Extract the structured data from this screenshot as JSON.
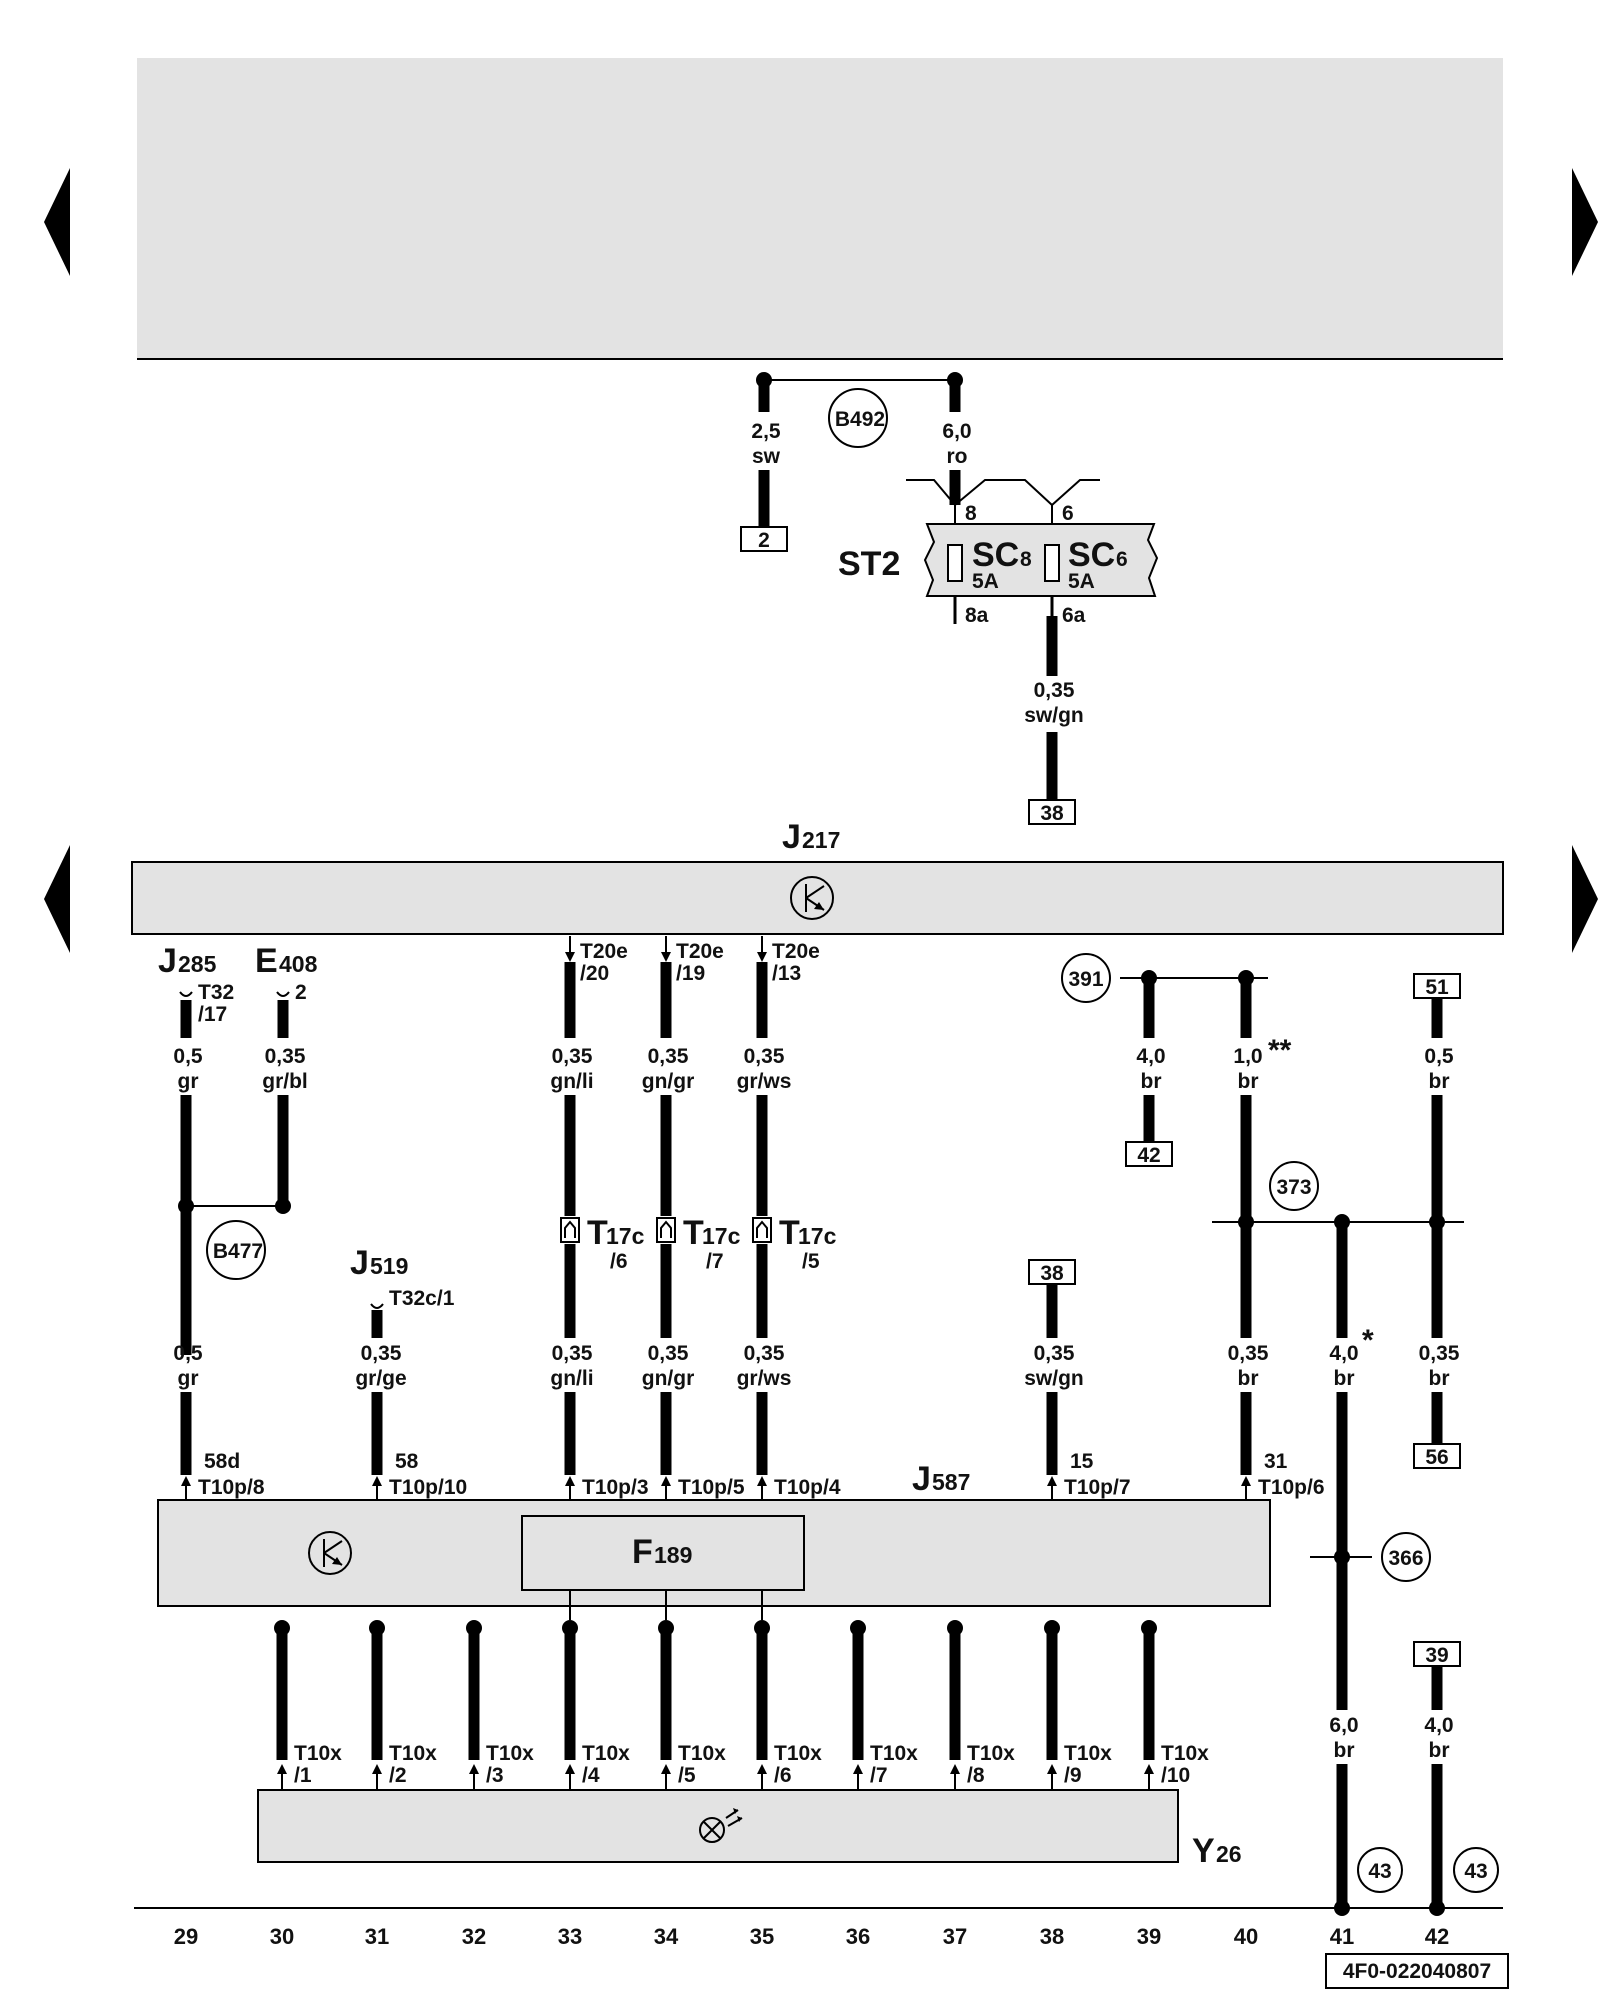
{
  "components": {
    "st2": "ST2",
    "sc8": {
      "main": "SC",
      "sub": "8",
      "rating": "5A",
      "pin_in": "8",
      "pin_out": "8a"
    },
    "sc6": {
      "main": "SC",
      "sub": "6",
      "rating": "5A",
      "pin_in": "6",
      "pin_out": "6a"
    },
    "j217": {
      "main": "J",
      "sub": "217"
    },
    "j285": {
      "main": "J",
      "sub": "285"
    },
    "e408": {
      "main": "E",
      "sub": "408"
    },
    "j519": {
      "main": "J",
      "sub": "519"
    },
    "j587": {
      "main": "J",
      "sub": "587"
    },
    "f189": {
      "main": "F",
      "sub": "189"
    },
    "y26": {
      "main": "Y",
      "sub": "26"
    },
    "t17c": {
      "main": "T",
      "sub": "17c",
      "pins": [
        "/6",
        "/7",
        "/5"
      ]
    }
  },
  "top_wires": [
    {
      "size": "2,5",
      "color": "sw",
      "ref": "2"
    },
    {
      "size": "6,0",
      "color": "ro"
    },
    {
      "size": "0,35",
      "color": "sw/gn",
      "ref": "38"
    }
  ],
  "splices": {
    "b492": "B492",
    "b477": "B477",
    "c391": "391",
    "c373": "373",
    "c366": "366",
    "c43a": "43",
    "c43b": "43"
  },
  "j217_connectors": [
    {
      "conn": "T20e",
      "pin": "/20"
    },
    {
      "conn": "T20e",
      "pin": "/19"
    },
    {
      "conn": "T20e",
      "pin": "/13"
    }
  ],
  "upper_wires": [
    {
      "size": "0,5",
      "color": "gr",
      "conn": "T32",
      "pin": "/17"
    },
    {
      "size": "0,35",
      "color": "gr/bl",
      "pin": "2"
    },
    {
      "size": "0,35",
      "color": "gn/li"
    },
    {
      "size": "0,35",
      "color": "gn/gr"
    },
    {
      "size": "0,35",
      "color": "gr/ws"
    },
    {
      "size": "4,0",
      "color": "br",
      "ref": "42"
    },
    {
      "size": "1,0",
      "color": "br",
      "mark": "**"
    },
    {
      "size": "0,5",
      "color": "br",
      "ref": "51"
    }
  ],
  "lower_wires": [
    {
      "size": "0,5",
      "color": "gr",
      "term": "58d",
      "conn": "T10p/8"
    },
    {
      "size": "0,35",
      "color": "gr/ge",
      "term": "58",
      "conn": "T10p/10",
      "top_conn": "T32c/1"
    },
    {
      "size": "0,35",
      "color": "gn/li",
      "conn": "T10p/3"
    },
    {
      "size": "0,35",
      "color": "gn/gr",
      "conn": "T10p/5"
    },
    {
      "size": "0,35",
      "color": "gr/ws",
      "conn": "T10p/4"
    },
    {
      "size": "0,35",
      "color": "sw/gn",
      "term": "15",
      "conn": "T10p/7",
      "ref": "38"
    },
    {
      "size": "0,35",
      "color": "br",
      "term": "31",
      "conn": "T10p/6"
    },
    {
      "size": "4,0",
      "color": "br",
      "mark": "*"
    },
    {
      "size": "0,35",
      "color": "br",
      "ref": "56"
    }
  ],
  "ground_wires": [
    {
      "size": "6,0",
      "color": "br"
    },
    {
      "size": "4,0",
      "color": "br",
      "ref": "39"
    }
  ],
  "t10x": {
    "conn": "T10x",
    "pins": [
      "/1",
      "/2",
      "/3",
      "/4",
      "/5",
      "/6",
      "/7",
      "/8",
      "/9",
      "/10"
    ]
  },
  "columns": [
    "29",
    "30",
    "31",
    "32",
    "33",
    "34",
    "35",
    "36",
    "37",
    "38",
    "39",
    "40",
    "41",
    "42"
  ],
  "diagram_id": "4F0-022040807"
}
